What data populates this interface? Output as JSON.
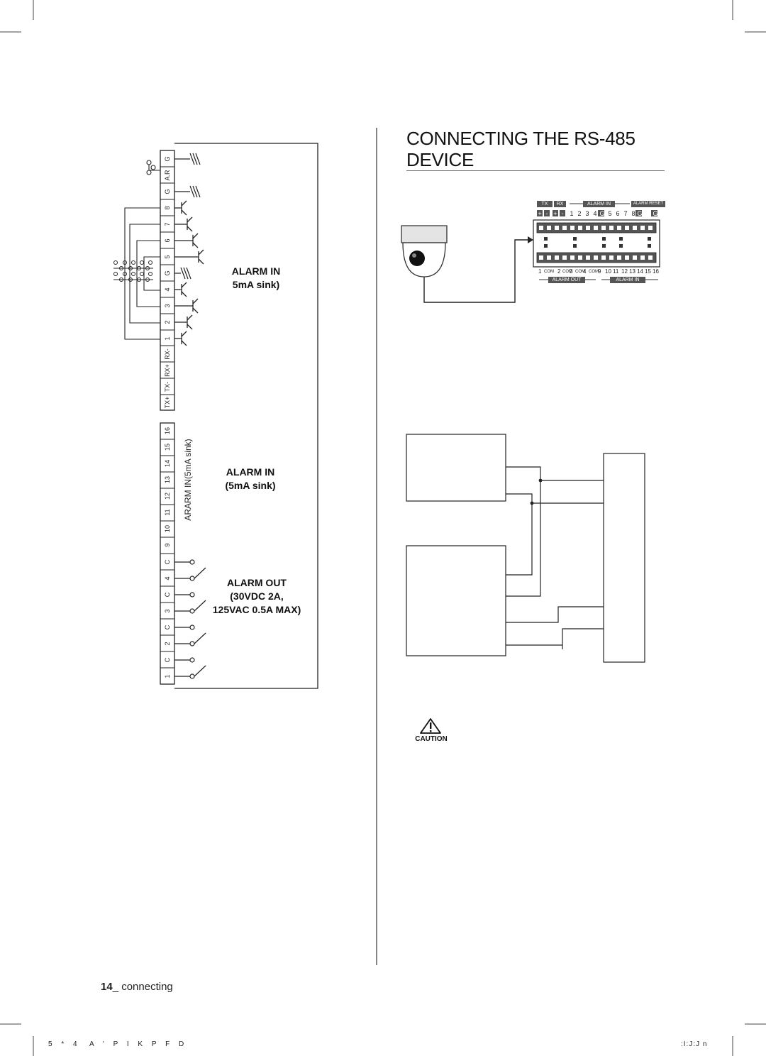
{
  "heading": {
    "line1": "CONNECTING THE RS-485",
    "line2": "DEVICE"
  },
  "terminal_strip": {
    "top_terminals": [
      "G",
      "A.R",
      "G",
      "8",
      "7",
      "6",
      "5",
      "G",
      "4",
      "3",
      "2",
      "1",
      "RX-",
      "RX+",
      "TX-",
      "TX+"
    ],
    "bottom_terminals": [
      "16",
      "15",
      "14",
      "13",
      "12",
      "11",
      "10",
      "9",
      "C",
      "4",
      "C",
      "3",
      "C",
      "2",
      "C",
      "1"
    ],
    "side_label": "ARARM IN(5mA sink)"
  },
  "alarm_in_1": {
    "line1": "ALARM IN",
    "line2": "5mA sink)"
  },
  "alarm_in_2": {
    "line1": "ALARM IN",
    "line2": "(5mA sink)"
  },
  "alarm_out": {
    "line1": "ALARM OUT",
    "line2": "(30VDC 2A,",
    "line3": "125VAC 0.5A MAX)"
  },
  "rear_panel": {
    "tx": "TX",
    "rx": "RX",
    "alarm_in": "ALARM IN",
    "alarm_reset": "ALARM RESET",
    "top_row": [
      "+",
      "-",
      "+",
      "-",
      "1",
      "2",
      "3",
      "4",
      "G",
      "5",
      "6",
      "7",
      "8",
      "G",
      "G"
    ],
    "bottom_row": [
      "1",
      "COM",
      "2",
      "COM",
      "3",
      "COM",
      "4",
      "COM",
      "9",
      "10",
      "11",
      "12",
      "13",
      "14",
      "15",
      "16"
    ],
    "alarm_out_label": "ALARM OUT",
    "alarm_in_label": "ALARM IN"
  },
  "caution": {
    "label": "CAUTION"
  },
  "footer": {
    "page_number": "14",
    "page_word": "_ connecting",
    "print_left_a": "5 * 4",
    "print_left_b": "A ' P I   K P F D",
    "print_right": ":I:J:J n"
  }
}
